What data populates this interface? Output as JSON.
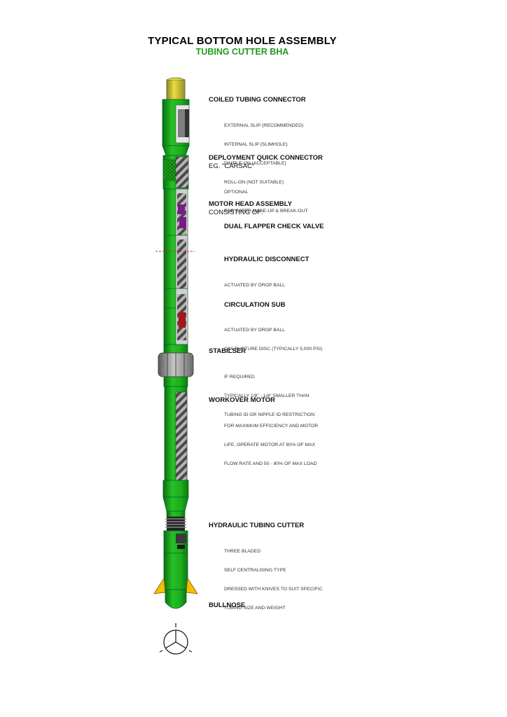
{
  "header": {
    "title": "TYPICAL BOTTOM HOLE ASSEMBLY",
    "subtitle": "TUBING CUTTER BHA"
  },
  "components": [
    {
      "id": "ctc",
      "name": "COILED TUBING CONNECTOR",
      "notes": [
        "EXTERNAL SLIP (RECOMMENDED)",
        "INTERNAL SLIP (SLIMHOLE)",
        "DIMPLE-ON (ACCEPTABLE)",
        "ROLL-ON (NOT SUITABLE)"
      ]
    },
    {
      "id": "dqc",
      "name": "DEPLOYMENT QUICK CONNECTOR",
      "name2": "EG. \"CARSAC\"",
      "notes": [
        "OPTIONAL",
        "FOR SAFER MAKE-UP & BREAK-OUT"
      ]
    },
    {
      "id": "mha",
      "name": "MOTOR HEAD ASSEMBLY",
      "name2": "CONSISTING OF:",
      "notes": []
    },
    {
      "id": "dfcv",
      "name": "DUAL FLAPPER CHECK VALVE",
      "notes": []
    },
    {
      "id": "hd",
      "name": "HYDRAULIC DISCONNECT",
      "notes": [
        "ACTUATED BY DROP BALL"
      ]
    },
    {
      "id": "cs",
      "name": "CIRCULATION SUB",
      "notes": [
        "ACTUATED BY DROP BALL",
        "C/W RUPTURE DISC (TYPICALLY 5,000 PSI)"
      ]
    },
    {
      "id": "stab",
      "name": "STABILSER",
      "notes": [
        "IF REQUIRED",
        "TYPICALLY 1/8\" - 1/4\" SMALLER THAN",
        "TUBING ID OR NIPPLE ID RESTRICTION"
      ]
    },
    {
      "id": "wm",
      "name": "WORKOVER MOTOR",
      "notes": [
        "FOR MAXIMUM EFFICIENCY AND MOTOR",
        "LIFE, OPERATE MOTOR AT 80% OF MAX",
        "FLOW RATE AND 50 - 80% OF MAX LOAD"
      ]
    },
    {
      "id": "htc",
      "name": "HYDRAULIC TUBING CUTTER",
      "notes": [
        "THREE BLADED",
        "SELF CENTRALISING TYPE",
        "DRESSED WITH KNIVES TO SUIT SPECIFIC",
        "TUBING SIZE AND WEIGHT"
      ]
    },
    {
      "id": "bn",
      "name": "BULLNOSE",
      "notes": []
    }
  ],
  "colors": {
    "tool_green": "#1dae1d",
    "tool_green_dark": "#0f7a0f",
    "tubing_yellow": "#d8cc33",
    "blade_yellow": "#f2c200",
    "internal_grey": "#8c8c8c",
    "valve_purple": "#7a1a8a",
    "disc_red": "#a31818",
    "stabiliser_grey": "#9a9a9a",
    "cut_line_red": "#c0392b"
  }
}
